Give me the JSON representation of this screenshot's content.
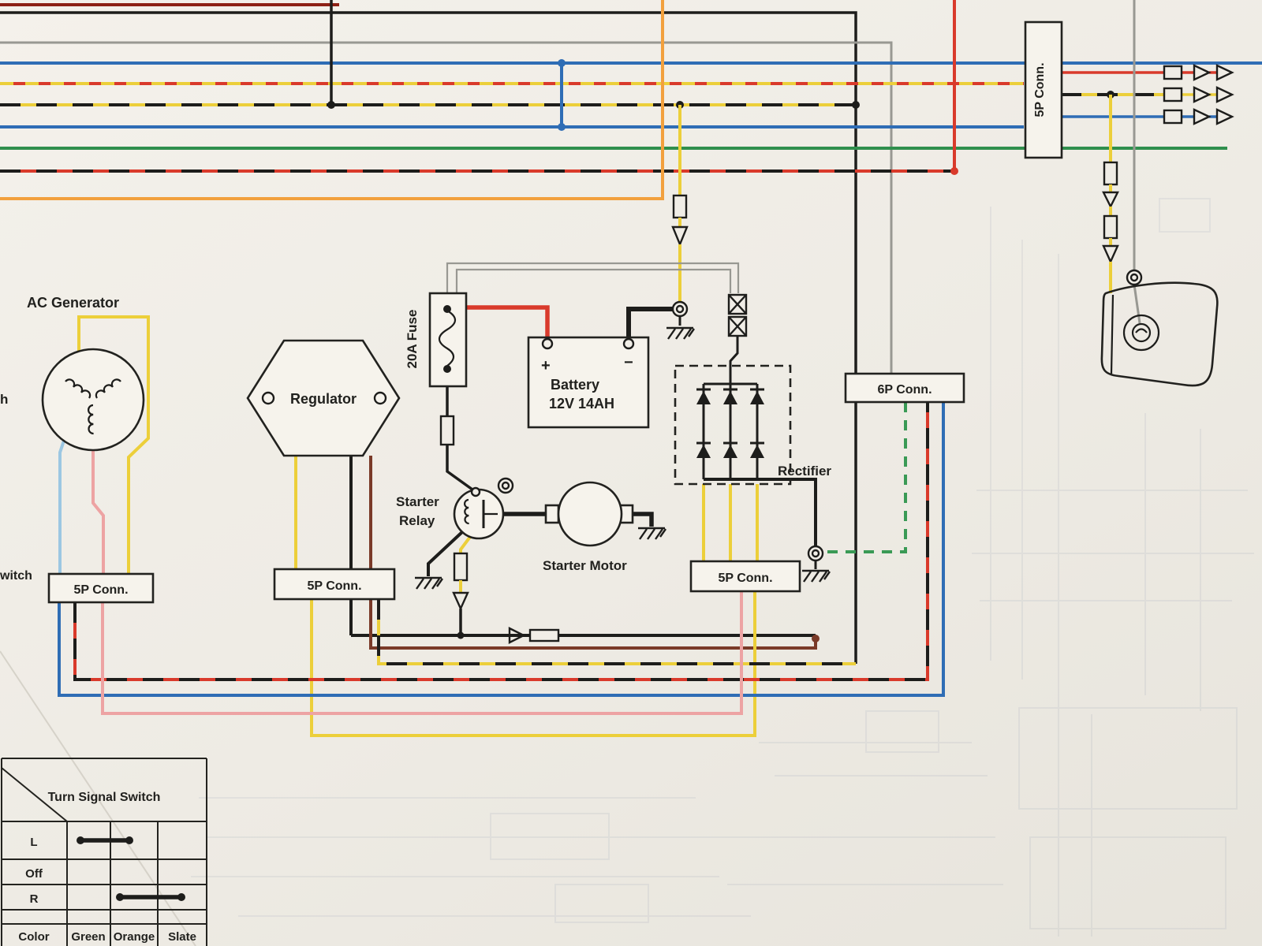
{
  "labels": {
    "ac_generator": "AC Generator",
    "regulator": "Regulator",
    "fuse_20a": "20A Fuse",
    "battery_name": "Battery",
    "battery_spec": "12V 14AH",
    "battery_plus": "+",
    "battery_minus": "−",
    "starter_relay_line1": "Starter",
    "starter_relay_line2": "Relay",
    "starter_motor": "Starter Motor",
    "rectifier": "Rectifier",
    "conn_6p": "6P Conn.",
    "conn_5p_top_right": "5P Conn.",
    "conn_5p_left": "5P Conn.",
    "conn_5p_middle": "5P Conn.",
    "conn_5p_right": "5P Conn.",
    "edge_fragment_h": "h",
    "edge_fragment_switch": "witch"
  },
  "turn_signal_switch": {
    "title": "Turn Signal Switch",
    "rows": [
      "L",
      "Off",
      "R"
    ],
    "footer": [
      "Color",
      "Green",
      "Orange",
      "Slate"
    ]
  },
  "wire_colors": {
    "red": "#d93a2b",
    "yellow": "#eccf3a",
    "blue": "#2f6db5",
    "green": "#2f8f4d",
    "orange": "#f2a03d",
    "black": "#1d1d1b",
    "gray": "#989892",
    "brown": "#7a3a28",
    "pink": "#eda3a3",
    "light_blue": "#9cc7e2",
    "dark_red": "#8d2015",
    "paper": "#efece5"
  }
}
